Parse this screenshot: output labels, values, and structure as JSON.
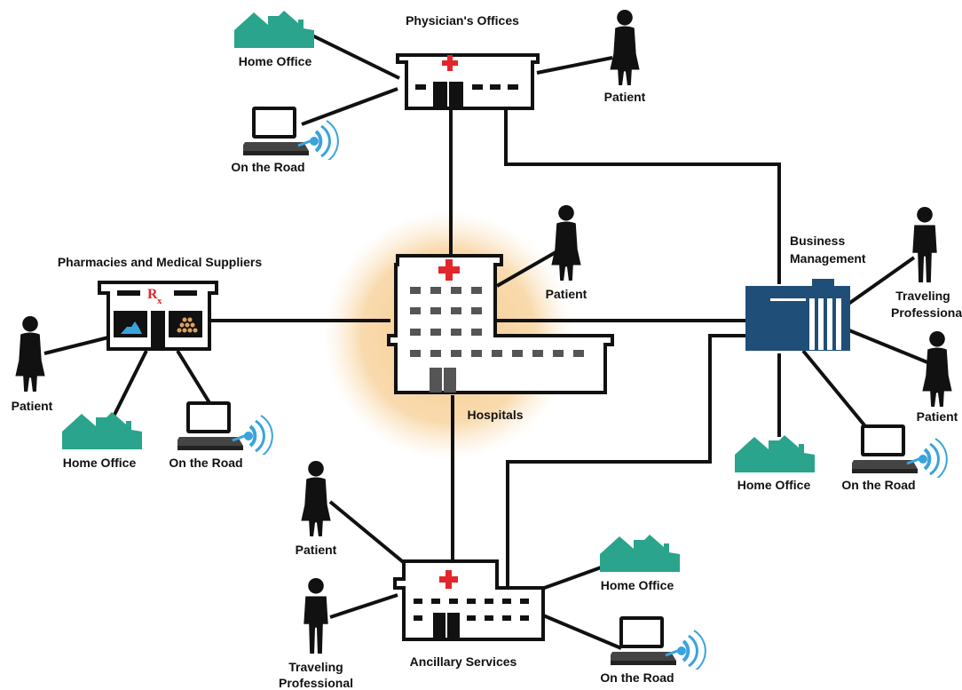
{
  "colors": {
    "line": "#111111",
    "house": "#2aa48c",
    "glow": "#f6c98a",
    "cross": "#e3262b",
    "business": "#1f4e79",
    "wifi": "#3aa3dc"
  },
  "labels": {
    "physicians_offices": "Physician's Offices",
    "hospitals": "Hospitals",
    "pharmacies": "Pharmacies and Medical Suppliers",
    "business_management": [
      "Business",
      "Management"
    ],
    "ancillary_services": "Ancillary Services",
    "home_office": "Home Office",
    "on_the_road": "On the Road",
    "patient": "Patient",
    "traveling_professional": [
      "Traveling",
      "Professional"
    ]
  }
}
